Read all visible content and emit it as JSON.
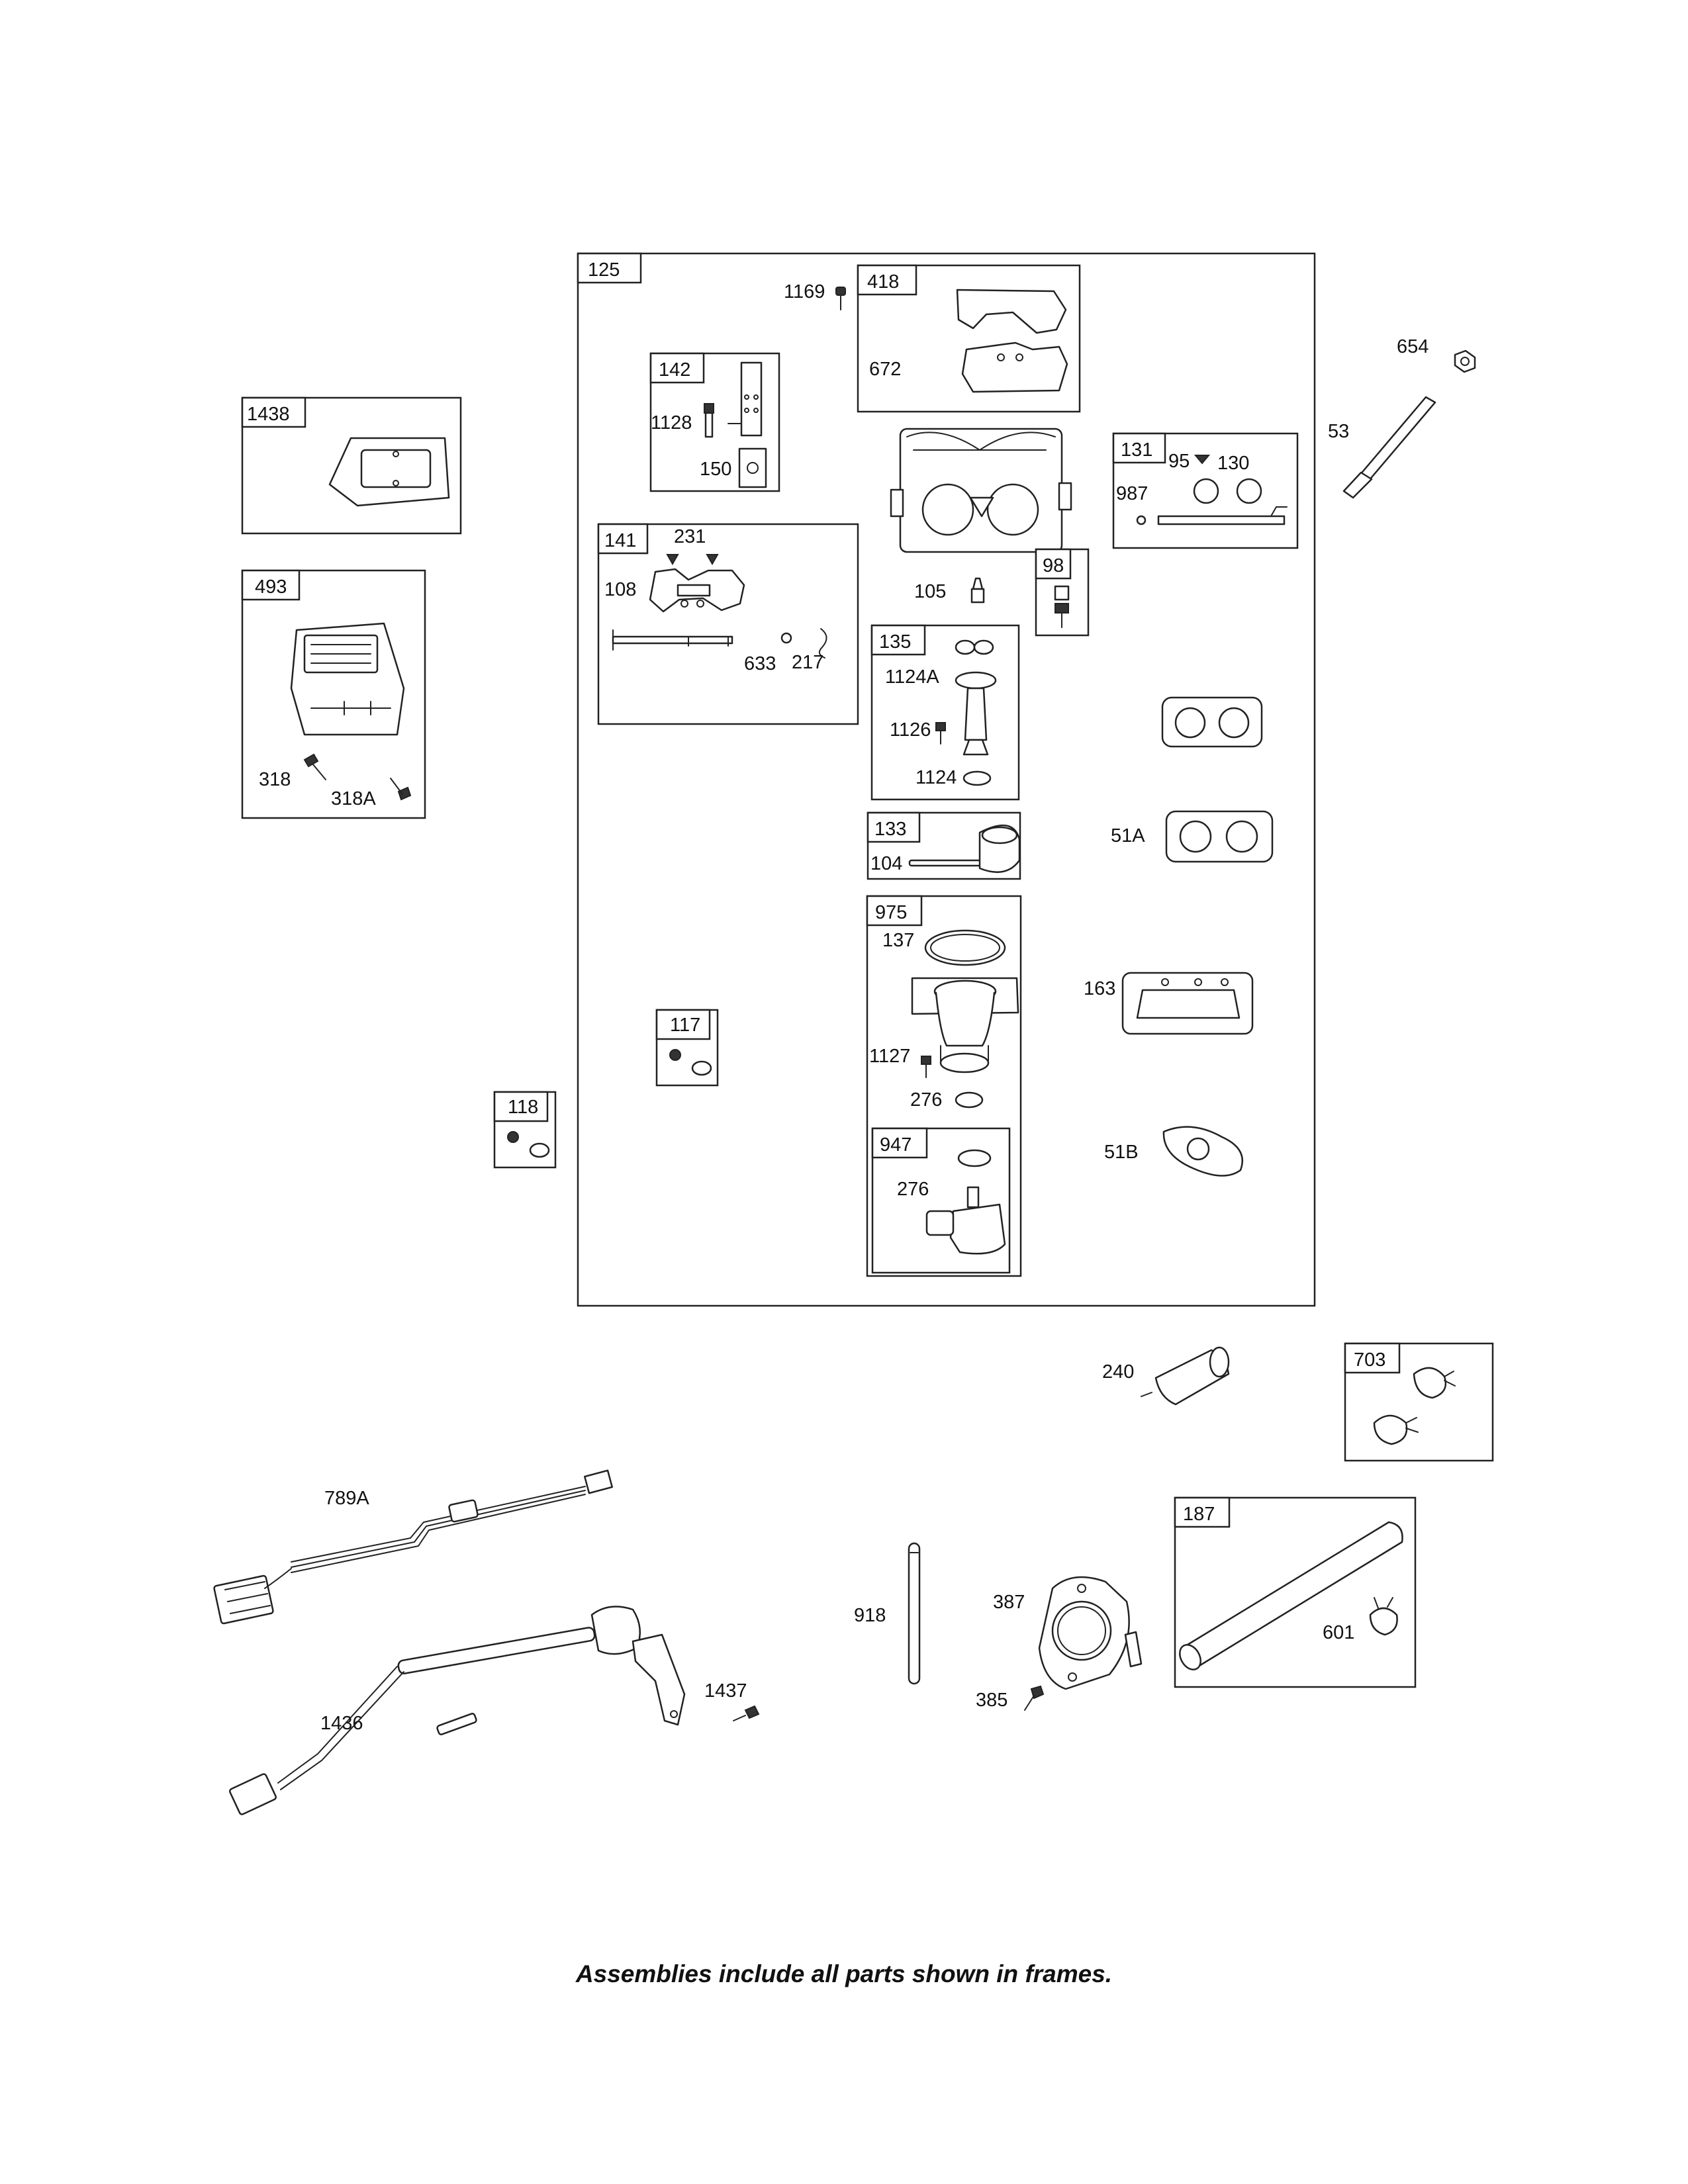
{
  "frames": {
    "f125": "125",
    "f418": "418",
    "f142": "142",
    "f131": "131",
    "f141": "141",
    "f98": "98",
    "f135": "135",
    "f133": "133",
    "f975": "975",
    "f117": "117",
    "f947": "947",
    "f1438": "1438",
    "f493": "493",
    "f118": "118",
    "f703": "703",
    "f187": "187"
  },
  "labels": {
    "l1169": "1169",
    "l672": "672",
    "l1128": "1128",
    "l150": "150",
    "l95": "95",
    "l130": "130",
    "l987": "987",
    "l231": "231",
    "l108": "108",
    "l633": "633",
    "l217": "217",
    "l105": "105",
    "l1124A": "1124A",
    "l1126": "1126",
    "l1124": "1124",
    "l104": "104",
    "l137": "137",
    "l1127": "1127",
    "l276a": "276",
    "l276b": "276",
    "l51A": "51A",
    "l163": "163",
    "l51B": "51B",
    "l654": "654",
    "l53": "53",
    "l318": "318",
    "l318A": "318A",
    "l240": "240",
    "l789A": "789A",
    "l1436": "1436",
    "l1437": "1437",
    "l918": "918",
    "l387": "387",
    "l385": "385",
    "l601": "601"
  },
  "caption": "Assemblies include all parts shown in frames."
}
